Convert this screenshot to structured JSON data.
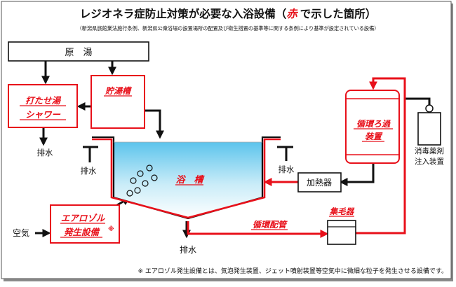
{
  "title": {
    "main": "レジオネラ症防止対策が必要な入浴設備（",
    "red_word": "赤",
    "tail": "で示した箇所）"
  },
  "subtitle": "（新潟県旅館業法施行条例、新潟県公衆浴場の設置場所の配置及び衛生措置の基準等に関する条例により基準が設定されている設備）",
  "boxes": {
    "source": "原　湯",
    "storage_tank": "貯湯槽",
    "shower_l1": "打たせ湯",
    "shower_l2": "シャワー",
    "filter_l1": "循環ろ過",
    "filter_l2": "装置",
    "heater": "加熱器",
    "hair_catcher": "集毛器",
    "aerosol_l1": "エアロゾル",
    "aerosol_l2": "発生設備",
    "aerosol_mark": "※",
    "disinfect_l1": "消毒薬剤",
    "disinfect_l2": "注入装置"
  },
  "labels": {
    "bath": "浴　槽",
    "circulation_pipe": "循環配管",
    "drain": "排水",
    "air": "空気"
  },
  "footnote": "※ エアロゾル発生設備とは、気泡発生装置、ジェット噴射装置等空気中に微細な粒子を発生させる設備です。",
  "colors": {
    "accent_red": "#e8101a",
    "water_top": "#7fd0ee",
    "water_bottom": "#ffffff",
    "frame_shadow": "#8a8a8a"
  }
}
